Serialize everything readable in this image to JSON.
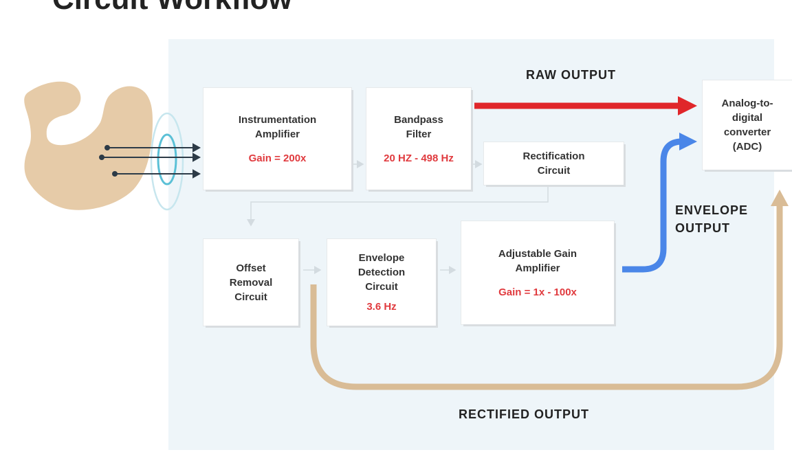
{
  "page": {
    "title": "Circuit Workflow"
  },
  "blocks": {
    "instrumentation_amplifier": {
      "title": "Instrumentation Amplifier",
      "detail": "Gain = 200x"
    },
    "bandpass_filter": {
      "title": "Bandpass Filter",
      "detail": "20 HZ - 498 Hz"
    },
    "rectification_circuit": {
      "title": "Rectification Circuit"
    },
    "offset_removal_circuit": {
      "title": "Offset Removal Circuit"
    },
    "envelope_detection_circuit": {
      "title": "Envelope Detection Circuit",
      "detail": "3.6 Hz"
    },
    "adjustable_gain_amplifier": {
      "title": "Adjustable Gain Amplifier",
      "detail": "Gain = 1x - 100x"
    },
    "adc": {
      "title": "Analog-to-digital converter (ADC)"
    }
  },
  "outputs": {
    "raw": {
      "label": "RAW OUTPUT",
      "color": "#e0262a"
    },
    "envelope": {
      "label": "ENVELOPE OUTPUT",
      "color": "#4a86e8"
    },
    "rectified": {
      "label": "RECTIFIED OUTPUT",
      "color": "#d9bc96"
    }
  },
  "colors": {
    "panel": "#eef5f9",
    "accent_text": "#e03a3e",
    "arm": "#e6cba8",
    "electrode": "#5bc0d6"
  },
  "icons": {
    "arm": "flexed-arm-icon",
    "electrode": "electrode-ring-icon"
  }
}
